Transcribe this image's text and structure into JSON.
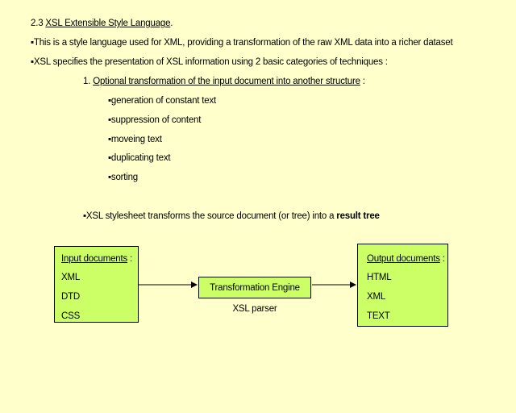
{
  "heading": {
    "number": "2.3",
    "title": "XSL Extensible Style Language",
    "trailing": "."
  },
  "bullets": [
    "This is a style language used for XML, providing a transformation of the raw XML data into a richer dataset",
    "XSL specifies the presentation of XSL information using 2 basic categories of techniques :"
  ],
  "technique": {
    "number": "1.",
    "title": "Optional transformation of the input document into another structure",
    "trailing": " :",
    "items": [
      "generation of constant text",
      "suppression of content",
      "moveing text",
      "duplicating text",
      "sorting"
    ]
  },
  "stylesheet": {
    "text": "XSL stylesheet transforms the source document (or tree) into a ",
    "bold": "result tree"
  },
  "diagram": {
    "input": {
      "title": "Input documents",
      "trailing": " :",
      "items": [
        "XML",
        "DTD",
        "CSS"
      ]
    },
    "engine": {
      "label": "Transformation Engine",
      "caption": "XSL parser"
    },
    "output": {
      "title": "Output documents",
      "trailing": " :",
      "items": [
        "HTML",
        "XML",
        "TEXT"
      ]
    }
  },
  "bullet_char": "▪",
  "colors": {
    "background": "#ffffcc",
    "box_fill": "#ccff66",
    "stroke": "#000000"
  }
}
